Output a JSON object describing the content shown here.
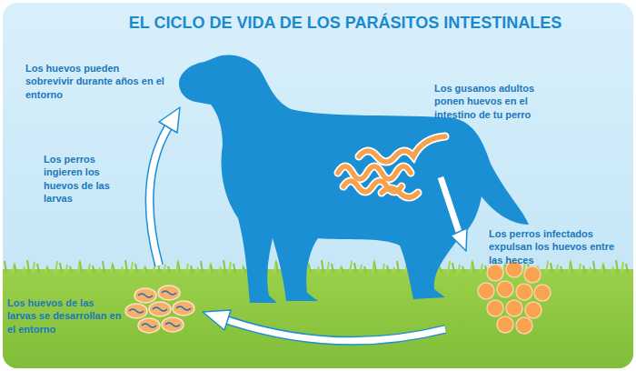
{
  "diagram": {
    "title": "EL CICLO DE VIDA DE LOS PARÁSITOS INTESTINALES",
    "labels": [
      "Los huevos pueden sobrevivir durante años en el entorno",
      "Los gusanos adultos ponen huevos en el intestino de tu perro",
      "Los perros ingieren los huevos de las larvas",
      "Los perros infectados expulsan los huevos entre las heces",
      "Los huevos de las larvas se desarrollan en el entorno"
    ]
  }
}
